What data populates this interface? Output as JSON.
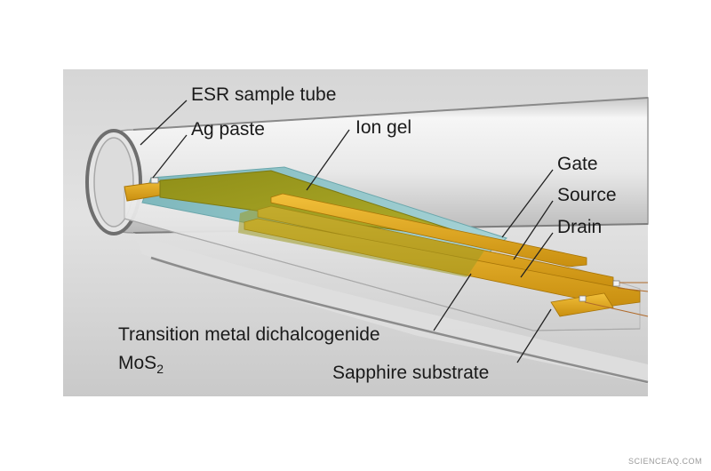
{
  "labels": {
    "esr_tube": "ESR sample tube",
    "ag_paste": "Ag paste",
    "ion_gel": "Ion gel",
    "gate": "Gate",
    "source": "Source",
    "drain": "Drain",
    "tmd_line1": "Transition metal dichalcogenide",
    "tmd_line2_base": "MoS",
    "tmd_line2_sub": "2",
    "sapphire": "Sapphire substrate"
  },
  "watermark": "SCIENCEAQ.COM",
  "colors": {
    "background": "#ffffff",
    "render_bg": "#d9d9d9",
    "tube_glass": "#ececec",
    "electrode_gold": "#e0a91c",
    "ion_gel": "#8fc4c9",
    "mos2_channel": "#9a9a1e",
    "sapphire": "#e6e6e6"
  }
}
